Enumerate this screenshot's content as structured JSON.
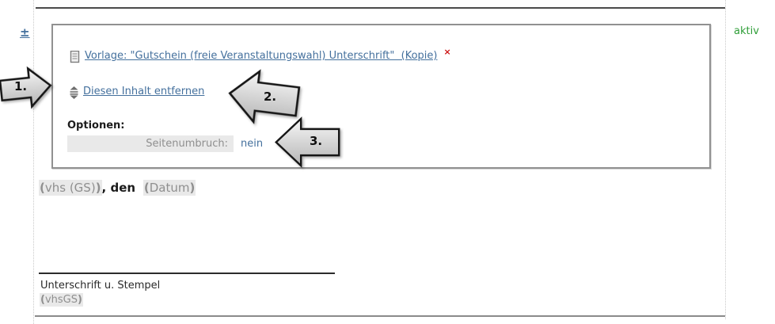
{
  "status": {
    "active_label": "aktiv"
  },
  "toggle": {
    "label": "±"
  },
  "panel": {
    "template_link": "Vorlage: \"Gutschein (freie Veranstaltungswahl) Unterschrift\"  (Kopie)",
    "delete_mark": "×",
    "remove_link": "Diesen Inhalt entfernen",
    "options_heading": "Optionen:",
    "option_label": "Seitenumbruch:",
    "option_value": "nein"
  },
  "annotations": [
    {
      "label": "1."
    },
    {
      "label": "2."
    },
    {
      "label": "3."
    }
  ],
  "doc": {
    "place": {
      "open": "(",
      "text": "vhs (GS)",
      "close": ")"
    },
    "connector": ", den",
    "date": {
      "open": "(",
      "text": "Datum",
      "close": ")"
    },
    "signature_caption": "Unterschrift u. Stempel",
    "signer": {
      "open": "(",
      "text": "vhsGS",
      "close": ")"
    }
  },
  "colors": {
    "link": "#44709d",
    "active": "#2f9e38",
    "delete": "#cc1111",
    "chip_bg": "#e9e9e9",
    "chip_text": "#8f8f8f",
    "box_border": "#919191",
    "rule_top": "#4b4b4b",
    "rule_bottom": "#8a8a8a",
    "guide": "#c9c9c9"
  }
}
